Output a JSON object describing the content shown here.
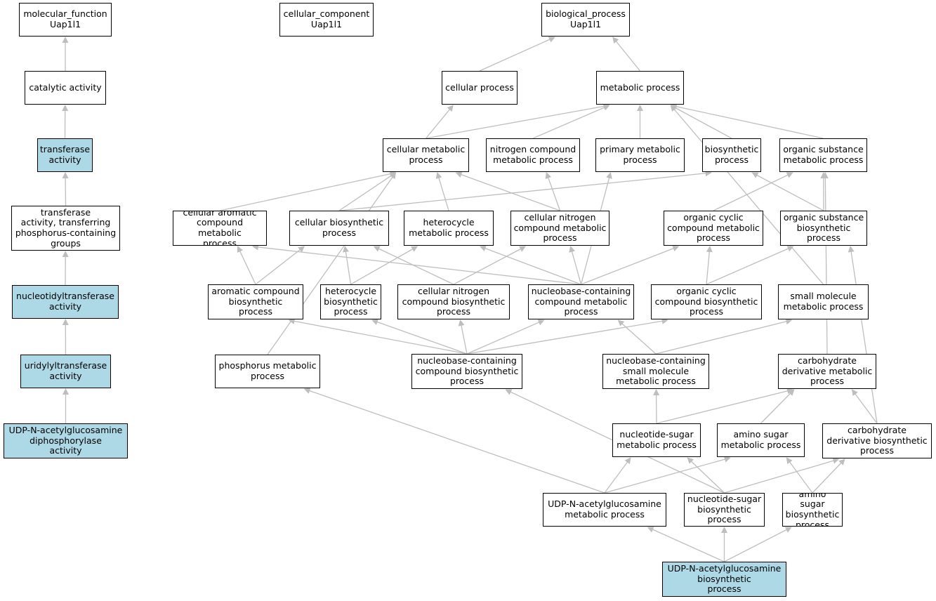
{
  "colors": {
    "highlight": "#add8e6",
    "node_bg": "#ffffff",
    "border": "#000000",
    "edge": "#bebebe"
  },
  "nodes": [
    {
      "id": "mf",
      "label": "molecular_function\nUap1l1",
      "highlighted": false
    },
    {
      "id": "cc",
      "label": "cellular_component\nUap1l1",
      "highlighted": false
    },
    {
      "id": "bp",
      "label": "biological_process\nUap1l1",
      "highlighted": false
    },
    {
      "id": "catalytic",
      "label": "catalytic activity",
      "highlighted": false
    },
    {
      "id": "transferase",
      "label": "transferase\nactivity",
      "highlighted": true
    },
    {
      "id": "transfer_p",
      "label": "transferase\nactivity, transferring\nphosphorus-containing\ngroups",
      "highlighted": false
    },
    {
      "id": "nucleotidyl",
      "label": "nucleotidyltransferase\nactivity",
      "highlighted": true
    },
    {
      "id": "uridylyl",
      "label": "uridylyltransferase\nactivity",
      "highlighted": true
    },
    {
      "id": "udp_diphos",
      "label": "UDP-N-acetylglucosamine\ndiphosphorylase\nactivity",
      "highlighted": true
    },
    {
      "id": "cellular_process",
      "label": "cellular process",
      "highlighted": false
    },
    {
      "id": "metabolic_process",
      "label": "metabolic process",
      "highlighted": false
    },
    {
      "id": "cell_met",
      "label": "cellular metabolic\nprocess",
      "highlighted": false
    },
    {
      "id": "nitro_met",
      "label": "nitrogen compound\nmetabolic process",
      "highlighted": false
    },
    {
      "id": "primary_met",
      "label": "primary metabolic\nprocess",
      "highlighted": false
    },
    {
      "id": "biosynthetic",
      "label": "biosynthetic\nprocess",
      "highlighted": false
    },
    {
      "id": "org_sub_met",
      "label": "organic substance\nmetabolic process",
      "highlighted": false
    },
    {
      "id": "cell_arom",
      "label": "cellular aromatic\ncompound metabolic\nprocess",
      "highlighted": false
    },
    {
      "id": "cell_bio",
      "label": "cellular biosynthetic\nprocess",
      "highlighted": false
    },
    {
      "id": "hetero_met",
      "label": "heterocycle\nmetabolic process",
      "highlighted": false
    },
    {
      "id": "cell_nitro_met",
      "label": "cellular nitrogen\ncompound metabolic\nprocess",
      "highlighted": false
    },
    {
      "id": "org_cyc_met",
      "label": "organic cyclic\ncompound metabolic\nprocess",
      "highlighted": false
    },
    {
      "id": "org_sub_bio",
      "label": "organic substance\nbiosynthetic\nprocess",
      "highlighted": false
    },
    {
      "id": "arom_bio",
      "label": "aromatic compound\nbiosynthetic\nprocess",
      "highlighted": false
    },
    {
      "id": "hetero_bio",
      "label": "heterocycle\nbiosynthetic\nprocess",
      "highlighted": false
    },
    {
      "id": "cell_nitro_bio",
      "label": "cellular nitrogen\ncompound biosynthetic\nprocess",
      "highlighted": false
    },
    {
      "id": "nucbase_met",
      "label": "nucleobase-containing\ncompound metabolic\nprocess",
      "highlighted": false
    },
    {
      "id": "org_cyc_bio",
      "label": "organic cyclic\ncompound biosynthetic\nprocess",
      "highlighted": false
    },
    {
      "id": "small_mol",
      "label": "small molecule\nmetabolic process",
      "highlighted": false
    },
    {
      "id": "phos_met",
      "label": "phosphorus metabolic\nprocess",
      "highlighted": false
    },
    {
      "id": "nucbase_bio",
      "label": "nucleobase-containing\ncompound biosynthetic\nprocess",
      "highlighted": false
    },
    {
      "id": "nucbase_small",
      "label": "nucleobase-containing\nsmall molecule\nmetabolic process",
      "highlighted": false
    },
    {
      "id": "carb_deriv_met",
      "label": "carbohydrate\nderivative metabolic\nprocess",
      "highlighted": false
    },
    {
      "id": "nucsugar_met",
      "label": "nucleotide-sugar\nmetabolic process",
      "highlighted": false
    },
    {
      "id": "aminosugar_met",
      "label": "amino sugar\nmetabolic process",
      "highlighted": false
    },
    {
      "id": "carb_deriv_bio",
      "label": "carbohydrate\nderivative biosynthetic\nprocess",
      "highlighted": false
    },
    {
      "id": "udp_met",
      "label": "UDP-N-acetylglucosamine\nmetabolic process",
      "highlighted": false
    },
    {
      "id": "nucsugar_bio",
      "label": "nucleotide-sugar\nbiosynthetic\nprocess",
      "highlighted": false
    },
    {
      "id": "aminosugar_bio",
      "label": "amino sugar\nbiosynthetic\nprocess",
      "highlighted": false
    },
    {
      "id": "udp_bio",
      "label": "UDP-N-acetylglucosamine\nbiosynthetic\nprocess",
      "highlighted": true
    }
  ],
  "edges": [
    [
      "catalytic",
      "mf"
    ],
    [
      "transferase",
      "catalytic"
    ],
    [
      "transfer_p",
      "transferase"
    ],
    [
      "nucleotidyl",
      "transfer_p"
    ],
    [
      "uridylyl",
      "nucleotidyl"
    ],
    [
      "udp_diphos",
      "uridylyl"
    ],
    [
      "cellular_process",
      "bp"
    ],
    [
      "metabolic_process",
      "bp"
    ],
    [
      "cell_met",
      "cellular_process"
    ],
    [
      "cell_met",
      "metabolic_process"
    ],
    [
      "nitro_met",
      "metabolic_process"
    ],
    [
      "primary_met",
      "metabolic_process"
    ],
    [
      "biosynthetic",
      "metabolic_process"
    ],
    [
      "org_sub_met",
      "metabolic_process"
    ],
    [
      "small_mol",
      "metabolic_process"
    ],
    [
      "cell_arom",
      "cell_met"
    ],
    [
      "cell_bio",
      "cell_met"
    ],
    [
      "hetero_met",
      "cell_met"
    ],
    [
      "cell_nitro_met",
      "cell_met"
    ],
    [
      "cell_nitro_met",
      "nitro_met"
    ],
    [
      "cell_bio",
      "biosynthetic"
    ],
    [
      "org_sub_bio",
      "biosynthetic"
    ],
    [
      "org_cyc_met",
      "org_sub_met"
    ],
    [
      "org_sub_bio",
      "org_sub_met"
    ],
    [
      "arom_bio",
      "cell_arom"
    ],
    [
      "arom_bio",
      "cell_bio"
    ],
    [
      "hetero_bio",
      "cell_bio"
    ],
    [
      "hetero_bio",
      "hetero_met"
    ],
    [
      "cell_nitro_bio",
      "cell_bio"
    ],
    [
      "cell_nitro_bio",
      "cell_nitro_met"
    ],
    [
      "nucbase_met",
      "cell_arom"
    ],
    [
      "nucbase_met",
      "hetero_met"
    ],
    [
      "nucbase_met",
      "cell_nitro_met"
    ],
    [
      "nucbase_met",
      "org_cyc_met"
    ],
    [
      "nucbase_met",
      "primary_met"
    ],
    [
      "org_cyc_bio",
      "org_cyc_met"
    ],
    [
      "org_cyc_bio",
      "org_sub_bio"
    ],
    [
      "nucbase_bio",
      "arom_bio"
    ],
    [
      "nucbase_bio",
      "hetero_bio"
    ],
    [
      "nucbase_bio",
      "cell_nitro_bio"
    ],
    [
      "nucbase_bio",
      "nucbase_met"
    ],
    [
      "nucbase_bio",
      "org_cyc_bio"
    ],
    [
      "nucbase_small",
      "nucbase_met"
    ],
    [
      "nucbase_small",
      "small_mol"
    ],
    [
      "phos_met",
      "cell_met"
    ],
    [
      "carb_deriv_met",
      "org_sub_met"
    ],
    [
      "carb_deriv_bio",
      "org_sub_bio"
    ],
    [
      "nucsugar_met",
      "nucbase_small"
    ],
    [
      "nucsugar_met",
      "carb_deriv_met"
    ],
    [
      "aminosugar_met",
      "carb_deriv_met"
    ],
    [
      "carb_deriv_bio",
      "carb_deriv_met"
    ],
    [
      "udp_met",
      "phos_met"
    ],
    [
      "udp_met",
      "nucsugar_met"
    ],
    [
      "udp_met",
      "aminosugar_met"
    ],
    [
      "nucsugar_bio",
      "nucbase_bio"
    ],
    [
      "nucsugar_bio",
      "nucsugar_met"
    ],
    [
      "nucsugar_bio",
      "carb_deriv_bio"
    ],
    [
      "aminosugar_bio",
      "aminosugar_met"
    ],
    [
      "aminosugar_bio",
      "carb_deriv_bio"
    ],
    [
      "udp_bio",
      "udp_met"
    ],
    [
      "udp_bio",
      "nucsugar_bio"
    ],
    [
      "udp_bio",
      "aminosugar_bio"
    ]
  ]
}
